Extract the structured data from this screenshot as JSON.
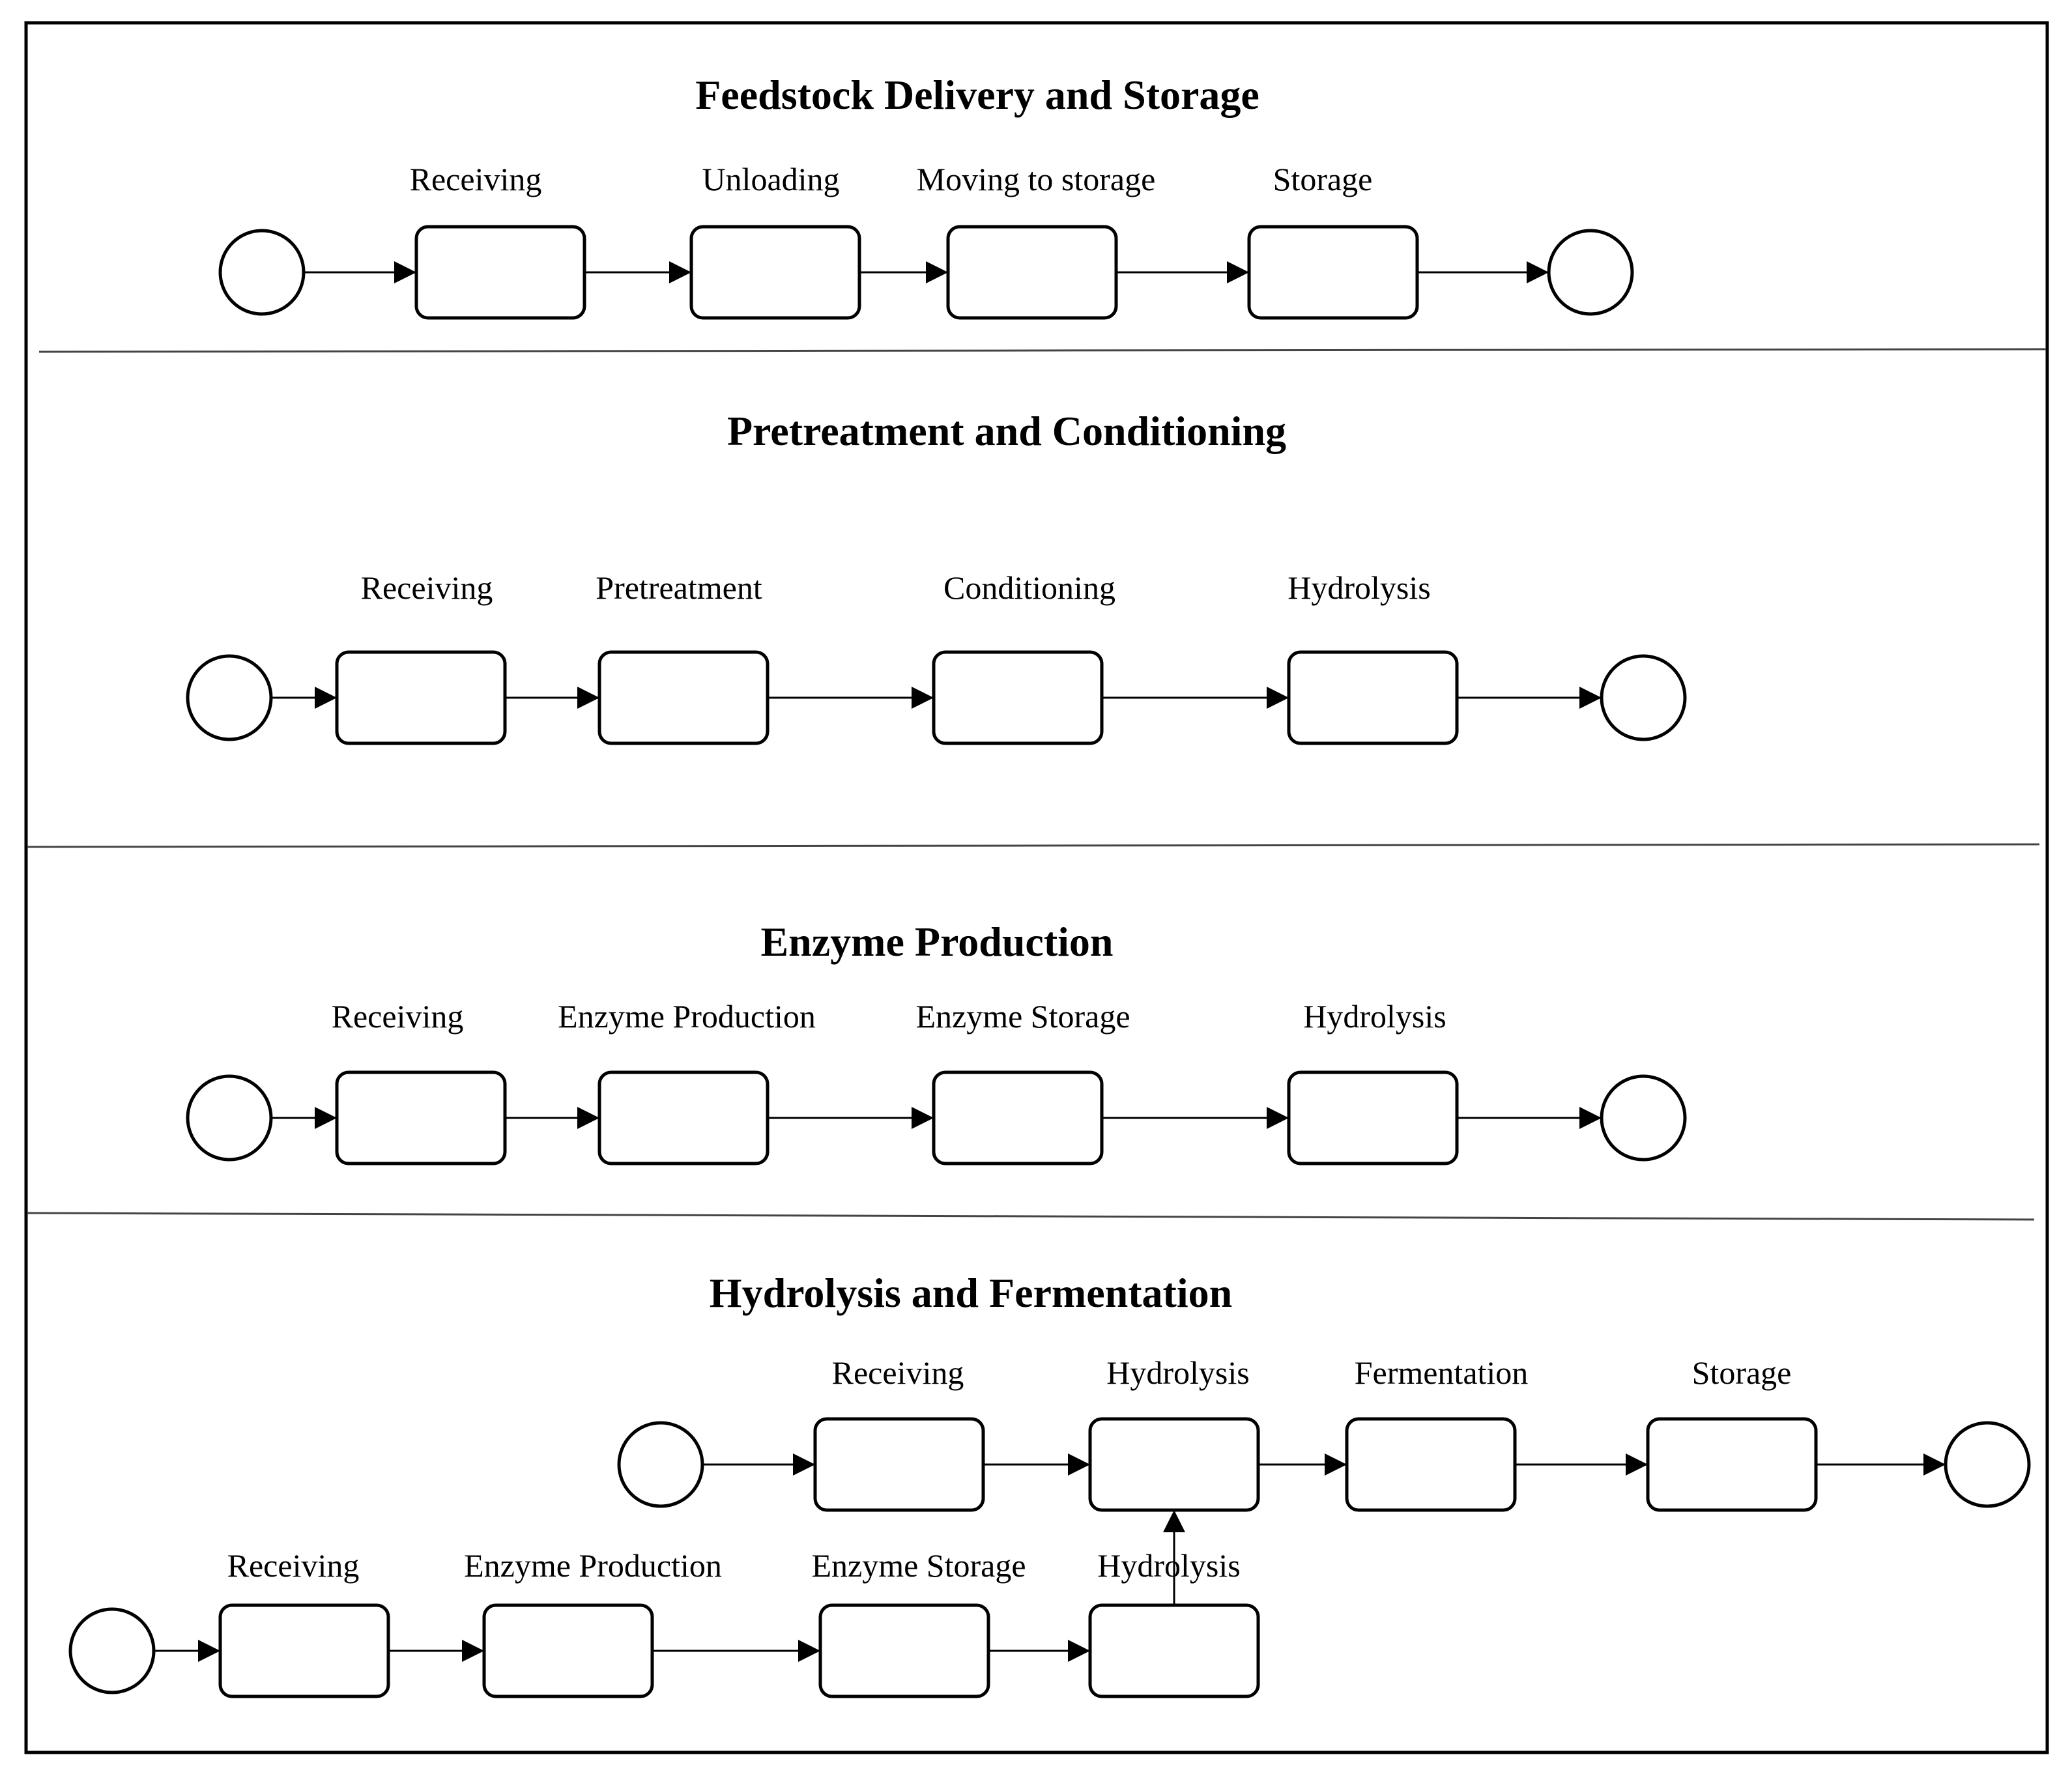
{
  "diagram": {
    "lanes": [
      {
        "title": "Feedstock Delivery and Storage",
        "flows": [
          {
            "steps": [
              "Receiving",
              "Unloading",
              "Moving to storage",
              "Storage"
            ]
          }
        ]
      },
      {
        "title": "Pretreatment and Conditioning",
        "flows": [
          {
            "steps": [
              "Receiving",
              "Pretreatment",
              "Conditioning",
              "Hydrolysis"
            ]
          }
        ]
      },
      {
        "title": "Enzyme Production",
        "flows": [
          {
            "steps": [
              "Receiving",
              "Enzyme Production",
              "Enzyme Storage",
              "Hydrolysis"
            ]
          }
        ]
      },
      {
        "title": "Hydrolysis and Fermentation",
        "flows": [
          {
            "steps": [
              "Receiving",
              "Hydrolysis",
              "Fermentation",
              "Storage"
            ]
          },
          {
            "steps": [
              "Receiving",
              "Enzyme Production",
              "Enzyme Storage",
              "Hydrolysis"
            ]
          }
        ]
      }
    ]
  }
}
